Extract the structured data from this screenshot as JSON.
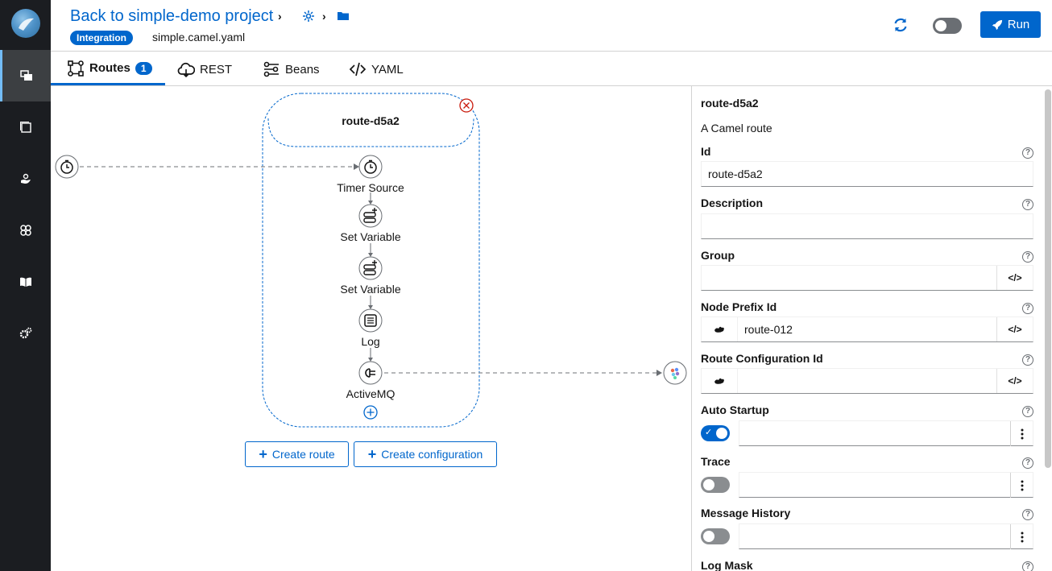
{
  "header": {
    "back_link": "Back to simple-demo project",
    "badge": "Integration",
    "filename": "simple.camel.yaml",
    "run_label": "Run"
  },
  "tabs": [
    {
      "label": "Routes",
      "count": "1"
    },
    {
      "label": "REST"
    },
    {
      "label": "Beans"
    },
    {
      "label": "YAML"
    }
  ],
  "canvas": {
    "route_title": "route-d5a2",
    "nodes": [
      "Timer Source",
      "Set Variable",
      "Set Variable",
      "Log",
      "ActiveMQ"
    ],
    "create_route": "Create route",
    "create_configuration": "Create configuration"
  },
  "panel": {
    "title": "route-d5a2",
    "description": "A Camel route",
    "fields": {
      "id_label": "Id",
      "id_value": "route-d5a2",
      "description_label": "Description",
      "group_label": "Group",
      "node_prefix_label": "Node Prefix Id",
      "node_prefix_value": "route-012",
      "route_config_label": "Route Configuration Id",
      "auto_startup_label": "Auto Startup",
      "auto_startup_on": true,
      "trace_label": "Trace",
      "trace_on": false,
      "message_history_label": "Message History",
      "message_history_on": false,
      "log_mask_label": "Log Mask"
    }
  },
  "colors": {
    "accent": "#0066cc",
    "rail": "#1b1d21",
    "danger": "#c9190b"
  },
  "icons": [
    "camel-logo-icon",
    "routes-rail-icon",
    "pages-icon",
    "hand-icon",
    "cluster-icon",
    "book-icon",
    "settings-icon",
    "chevron-right-icon",
    "topology-icon",
    "folder-icon",
    "refresh-icon",
    "rocket-icon",
    "timer-icon",
    "set-variable-icon",
    "log-icon",
    "activemq-icon",
    "kafka-icon",
    "close-circle-icon",
    "add-circle-icon",
    "help-icon",
    "code-icon",
    "bean-icon",
    "kebab-icon"
  ]
}
